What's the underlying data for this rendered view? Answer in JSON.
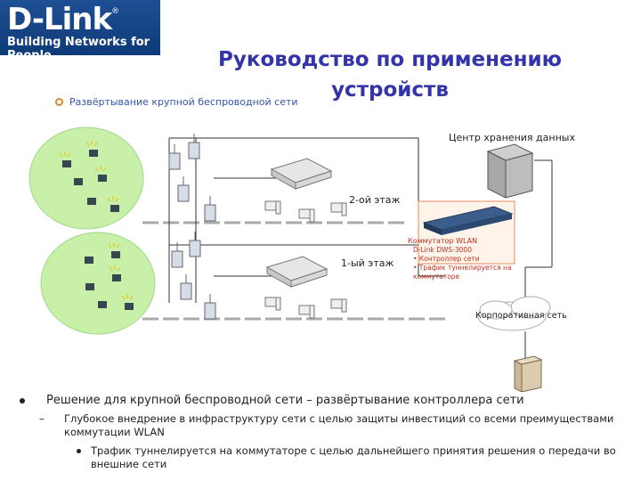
{
  "logo": {
    "brand": "D-Link",
    "registered": "®",
    "tagline": "Building Networks for People"
  },
  "title": "Руководство по применению устройств",
  "subtitle": "Развёртывание крупной беспроводной сети",
  "diagram": {
    "floor2": "2-ой этаж",
    "floor1": "1-ый этаж",
    "datacenter": "Центр хранения данных",
    "corporate": "Корпоративная сеть",
    "switch": {
      "line1": "Коммутатор WLAN",
      "line2": "D-Link DWS-3000",
      "line3": "• Контроллер сети",
      "line4": "• Трафик туннелируется на коммутаторе"
    }
  },
  "bullets": {
    "main": "Решение для крупной беспроводной сети – развёртывание контроллера сети",
    "sub": "Глубокое внедрение в инфраструктуру сети с целью защиты инвестиций со всеми преимуществами коммутации WLAN",
    "subsub": "Трафик туннелируется на коммутаторе с целью дальнейшего принятия решения о передачи во внешние сети"
  },
  "colors": {
    "title": "#3333aa",
    "logo_bg": "#0d3a78",
    "switch_text": "#c03020",
    "bubble": "#c8f0a8"
  }
}
